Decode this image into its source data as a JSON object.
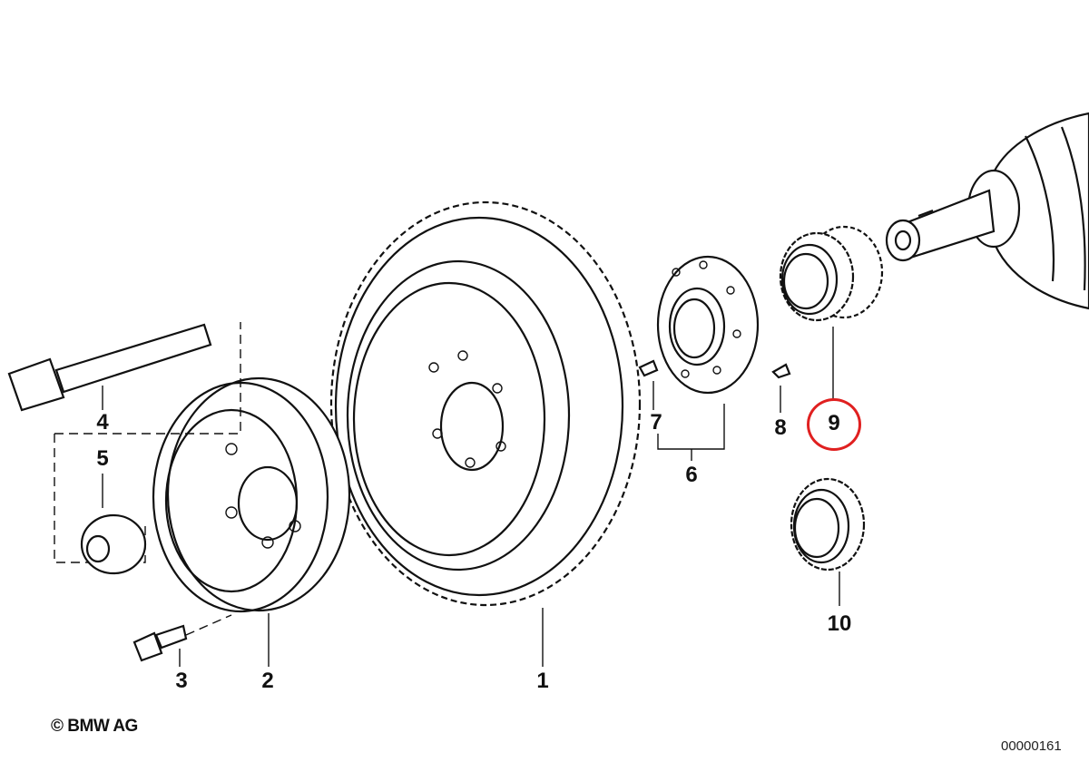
{
  "callouts": [
    {
      "id": "1",
      "label": "1"
    },
    {
      "id": "2",
      "label": "2"
    },
    {
      "id": "3",
      "label": "3"
    },
    {
      "id": "4",
      "label": "4"
    },
    {
      "id": "5",
      "label": "5"
    },
    {
      "id": "6",
      "label": "6"
    },
    {
      "id": "7",
      "label": "7"
    },
    {
      "id": "8",
      "label": "8"
    },
    {
      "id": "9",
      "label": "9"
    },
    {
      "id": "10",
      "label": "10"
    }
  ],
  "highlighted_callout": "9",
  "highlight_color": "#e02020",
  "copyright": "© BMW AG",
  "document_number": "00000161"
}
